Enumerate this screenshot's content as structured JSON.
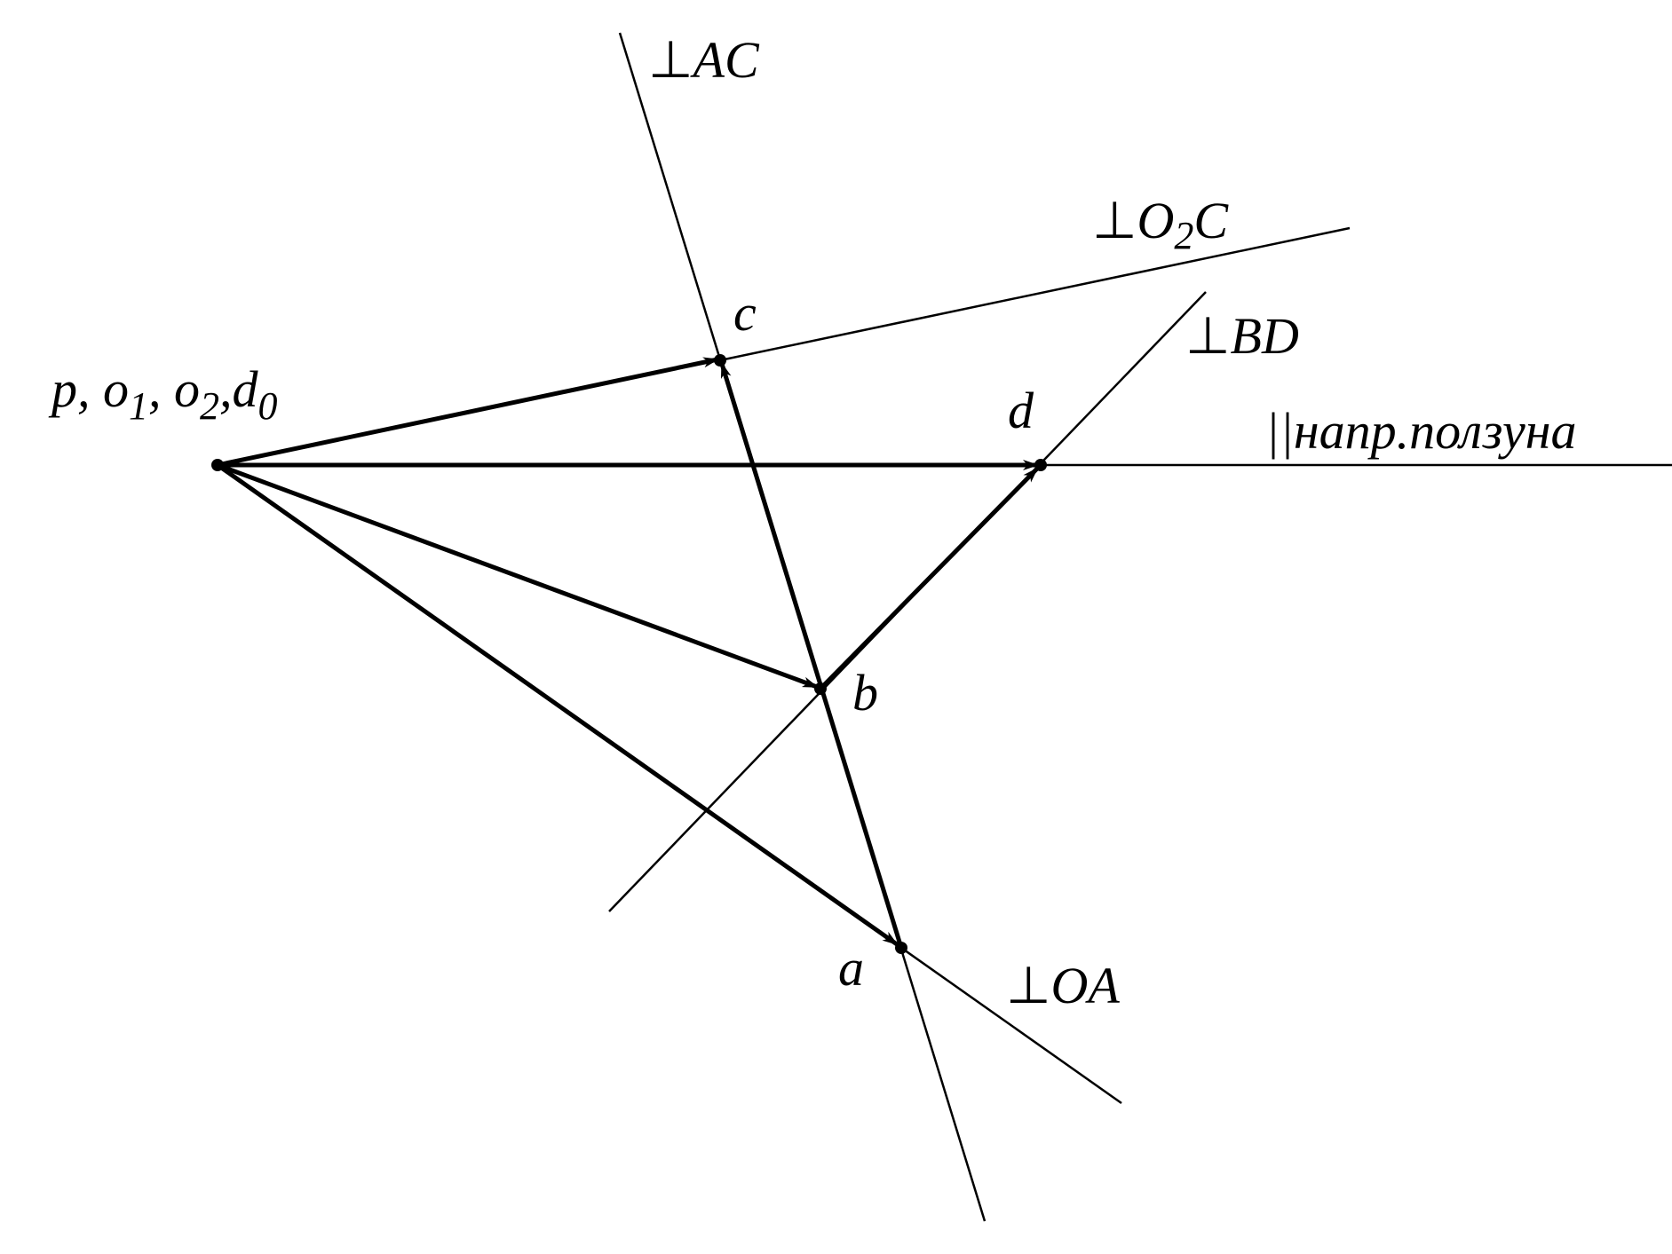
{
  "colors": {
    "ink": "#000000",
    "background": "#ffffff"
  },
  "labels": {
    "origin": "p, o",
    "origin_sub1": "1",
    "origin_mid": ", o",
    "origin_sub2": "2",
    "origin_mid2": ",d",
    "origin_sub3": "0",
    "point_a": "a",
    "point_b": "b",
    "point_c": "c",
    "point_d": "d",
    "perp_symbol": "⊥",
    "line_ac": "AC",
    "line_o2c_pre": "O",
    "line_o2c_sub": "2",
    "line_o2c_post": "C",
    "line_bd": "BD",
    "line_oa": "OA",
    "line_slider": "||напр.ползуна"
  }
}
